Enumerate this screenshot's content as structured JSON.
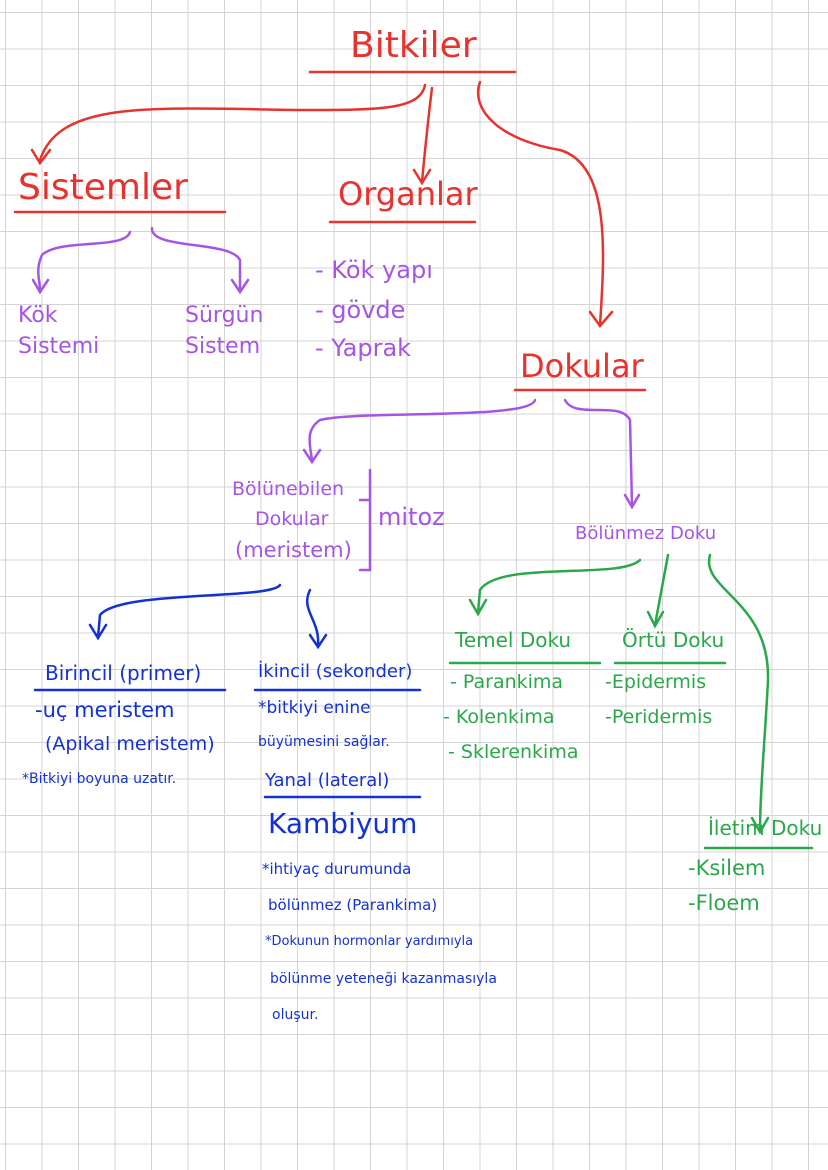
{
  "colors": {
    "red": "#e8322e",
    "purple": "#a555e6",
    "blue": "#1431d6",
    "green": "#2aa84a",
    "grid": "#d4d4d4"
  },
  "root": "Bitkiler",
  "sistemler": {
    "title": "Sistemler",
    "kok": [
      "Kök",
      "Sistemi"
    ],
    "surgun": [
      "Sürgün",
      "Sistem"
    ]
  },
  "organlar": {
    "title": "Organlar",
    "items": [
      "- Kök yapı",
      "- gövde",
      "- Yaprak"
    ]
  },
  "dokular": {
    "title": "Dokular",
    "bolunebilen": [
      "Bölünebilen",
      "Dokular",
      "(meristem)"
    ],
    "mitoz": "mitoz",
    "bolunmez": "Bölünmez Doku",
    "birincil": {
      "title": "Birincil (primer)",
      "lines": [
        "-uç meristem",
        "(Apikal meristem)",
        "*Bitkiyi boyuna uzatır."
      ]
    },
    "ikincil": {
      "title": "İkincil (sekonder)",
      "lines": [
        "*bitkiyi enine",
        "büyümesini sağlar."
      ],
      "yanal": "Yanal (lateral)",
      "kambiyum": "Kambiyum",
      "notes": [
        "*ihtiyaç durumunda",
        "bölünmez (Parankima)",
        "*Dokunun hormonlar yardımıyla",
        "bölünme yeteneği kazanmasıyla",
        "oluşur."
      ]
    },
    "temel": {
      "title": "Temel Doku",
      "items": [
        "- Parankima",
        "- Kolenkima",
        "- Sklerenkima"
      ]
    },
    "ortu": {
      "title": "Örtü Doku",
      "items": [
        "-Epidermis",
        "-Peridermis"
      ]
    },
    "iletim": {
      "title": "İletim Doku",
      "items": [
        "-Ksilem",
        "-Floem"
      ]
    }
  }
}
